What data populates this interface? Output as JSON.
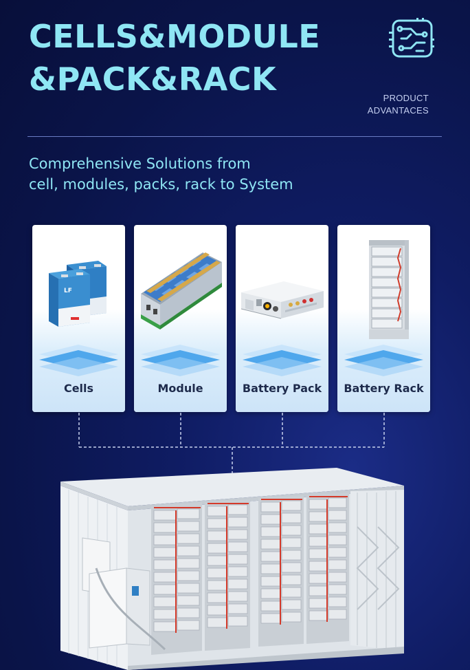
{
  "header": {
    "title_line1": "CELLS&MODULE",
    "title_line2": "&PACK&RACK",
    "badge_icon": "circuit-board-icon",
    "badge_line1": "PRODUCT",
    "badge_line2": "ADVANTACES"
  },
  "subtitle": {
    "line1": "Comprehensive Solutions from",
    "line2": "cell, modules, packs, rack to System"
  },
  "products": [
    {
      "label": "Cells",
      "icon": "battery-cells-image"
    },
    {
      "label": "Module",
      "icon": "battery-module-image"
    },
    {
      "label": "Battery Pack",
      "icon": "battery-pack-image"
    },
    {
      "label": "Battery Rack",
      "icon": "battery-rack-image"
    }
  ],
  "system": {
    "icon": "energy-storage-container-image"
  },
  "colors": {
    "background": "#0b1550",
    "accent": "#8fe6f4",
    "card_label": "#1e2b4c",
    "divider": "#6a7cc4"
  }
}
